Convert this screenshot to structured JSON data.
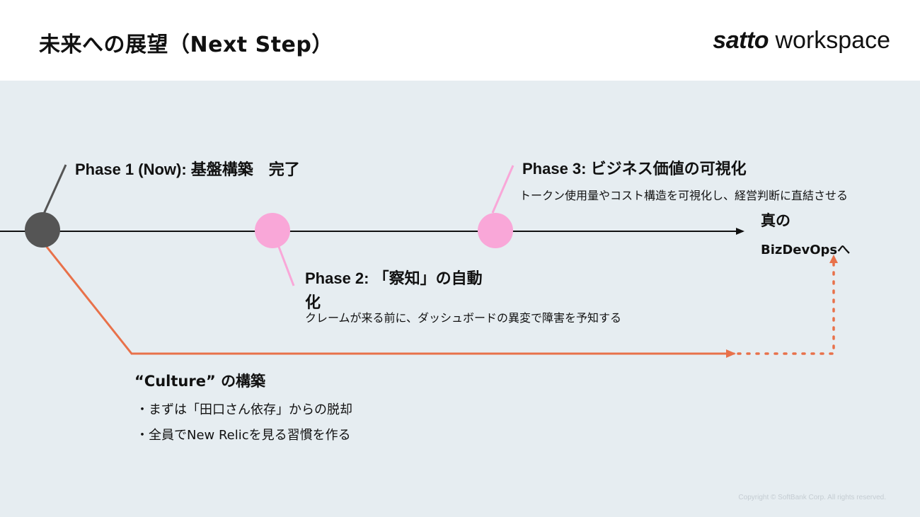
{
  "header": {
    "title": "未来への展望（Next Step）",
    "brand_bold": "satto",
    "brand_light": " workspace"
  },
  "timeline": {
    "phases": [
      {
        "title": "Phase 1 (Now): 基盤構築　完了",
        "description": ""
      },
      {
        "title": "Phase 2: 「察知」の自動",
        "title_line2": "化",
        "description": "クレームが来る前に、ダッシュボードの異変で障害を予知する"
      },
      {
        "title": "Phase 3: ビジネス価値の可視化",
        "description": "トークン使用量やコスト構造を可視化し、経営判断に直結させる"
      }
    ],
    "goal_line1": "真の",
    "goal_line2": "BizDevOpsへ"
  },
  "culture": {
    "title": "“Culture” の構築",
    "bullets": [
      "・まずは「田口さん依存」からの脱却",
      "・全員でNew Relicを見る習慣を作る"
    ]
  },
  "footer": {
    "copyright": "Copyright © SoftBank Corp. All rights reserved."
  },
  "colors": {
    "panel_bg": "#e6edf1",
    "phase1_node": "#555555",
    "phase_node": "#f9a7d8",
    "culture_line": "#e8714a",
    "axis": "#111111"
  }
}
